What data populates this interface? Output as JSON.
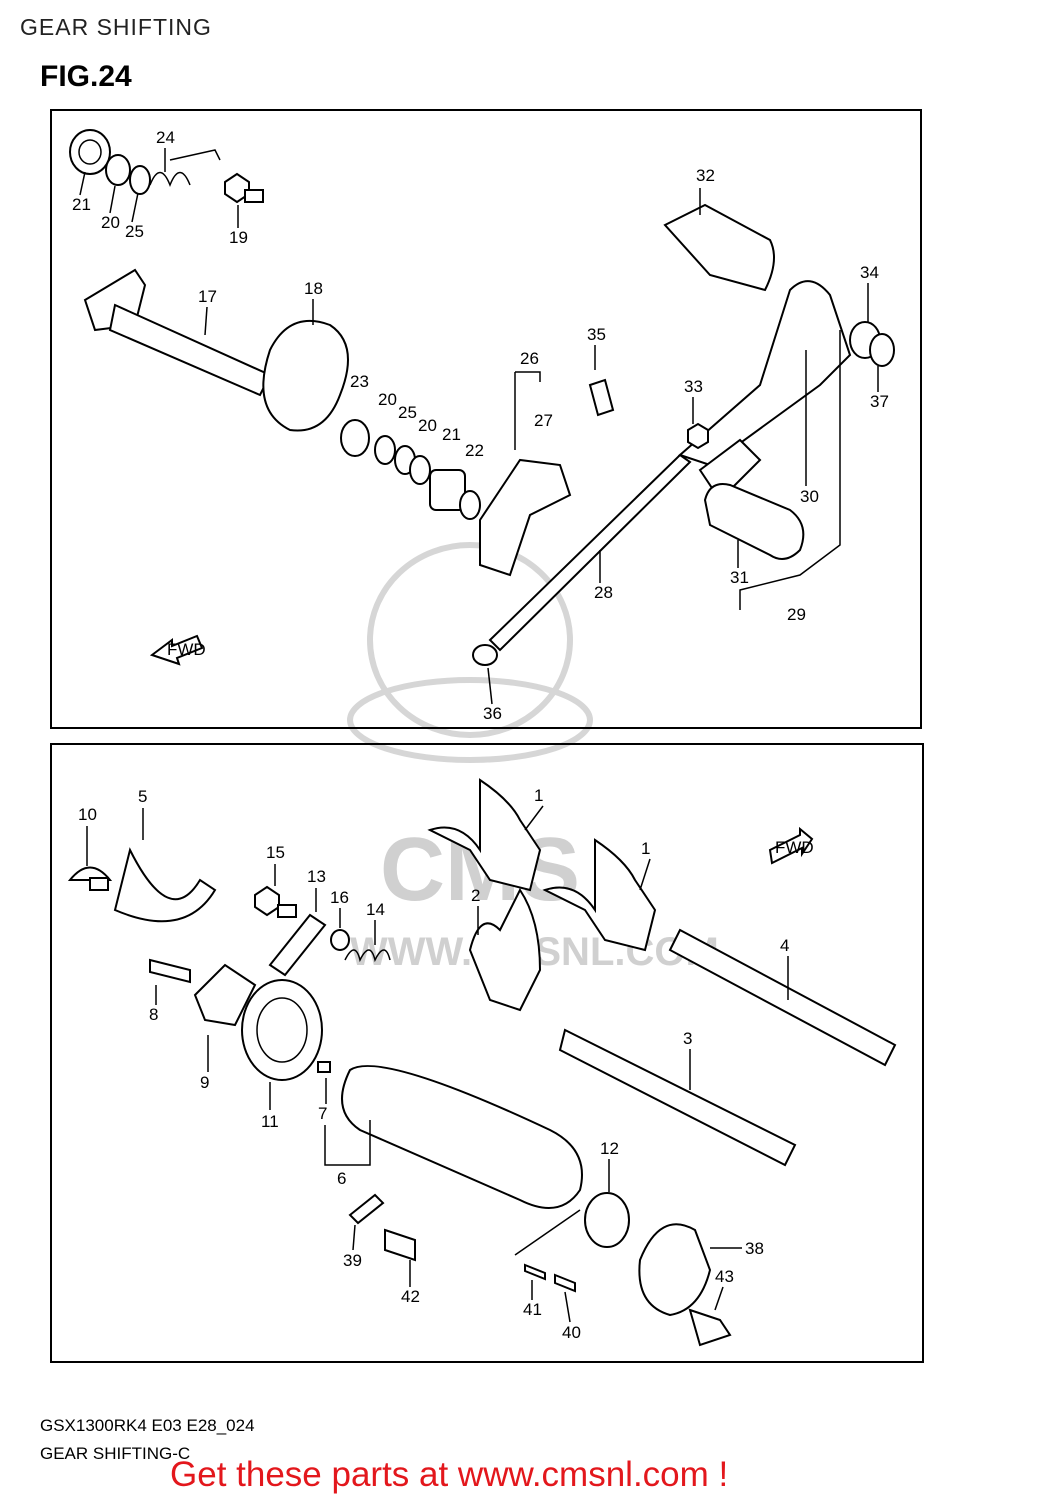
{
  "header": {
    "title": "GEAR SHIFTING"
  },
  "figure": {
    "label": "FIG.24"
  },
  "callouts": {
    "top": [
      "24",
      "21",
      "20",
      "25",
      "19",
      "17",
      "18",
      "23",
      "20",
      "25",
      "20",
      "21",
      "22",
      "26",
      "27",
      "35",
      "32",
      "34",
      "37",
      "33",
      "30",
      "31",
      "29",
      "28",
      "36"
    ],
    "bottom": [
      "10",
      "5",
      "15",
      "13",
      "16",
      "14",
      "8",
      "9",
      "11",
      "7",
      "6",
      "1",
      "2",
      "1",
      "4",
      "3",
      "12",
      "39",
      "42",
      "41",
      "40",
      "38",
      "43"
    ]
  },
  "fwd_label": "FWD",
  "watermark": {
    "text": "WWW.CMSNL.COM",
    "brand": "CMS"
  },
  "footer": {
    "model_code": "GSX1300RK4 E03 E28_024",
    "caption": "GEAR SHIFTING-C",
    "cta": "Get these parts at www.cmsnl.com !"
  },
  "colors": {
    "cta": "#e3171c",
    "watermark": "#d0d0d0"
  }
}
